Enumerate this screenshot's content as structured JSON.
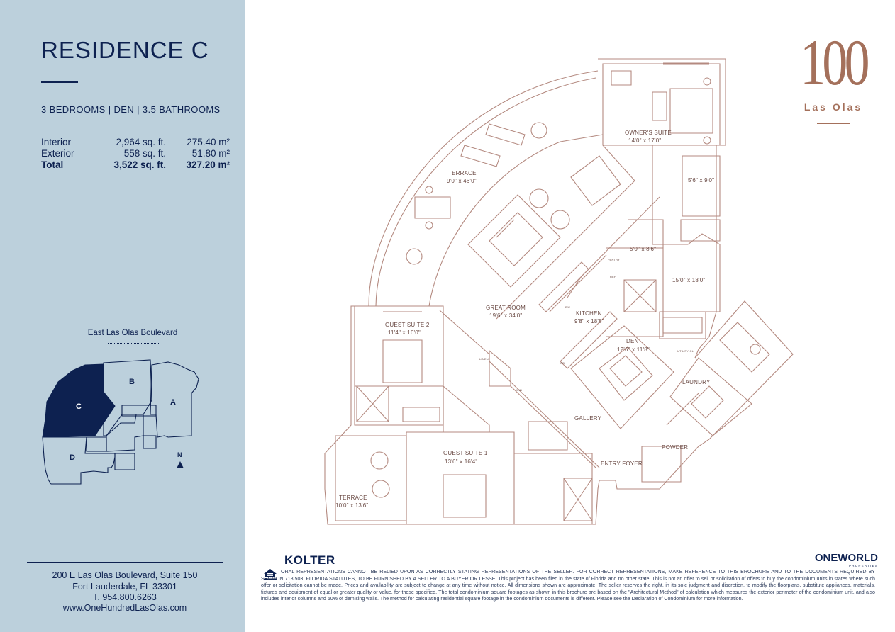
{
  "residence": {
    "title": "RESIDENCE C",
    "summary": "3 BEDROOMS | DEN | 3.5 BATHROOMS",
    "areas": [
      {
        "label": "Interior",
        "sqft": "2,964 sq. ft.",
        "sqm": "275.40 m²"
      },
      {
        "label": "Exterior",
        "sqft": "558 sq. ft.",
        "sqm": "51.80 m²"
      },
      {
        "label": "Total",
        "sqft": "3,522 sq. ft.",
        "sqm": "327.20 m²"
      }
    ]
  },
  "key_plan": {
    "street": "East Las Olas Boulevard",
    "units": [
      "A",
      "B",
      "C",
      "D"
    ],
    "north": "N",
    "highlight_color": "#0d2150"
  },
  "contact": {
    "address_line1": "200 E Las Olas Boulevard, Suite 150",
    "address_line2": "Fort Lauderdale, FL 33301",
    "phone": "T. 954.800.6263",
    "website": "www.OneHundredLasOlas.com"
  },
  "brand": {
    "number": "100",
    "name": "Las Olas",
    "color": "#a4705b"
  },
  "floor_plan": {
    "rooms": [
      {
        "name": "OWNER'S SUITE",
        "dims": "14'0\" x 17'0\""
      },
      {
        "name": "",
        "dims": "5'6\" x 9'0\""
      },
      {
        "name": "TERRACE",
        "dims": "9'0\" x 46'0\""
      },
      {
        "name": "",
        "dims": "5'0\" x 8'6\""
      },
      {
        "name": "",
        "dims": "15'0\" x 18'0\""
      },
      {
        "name": "GREAT ROOM",
        "dims": "19'6\" x 34'0\""
      },
      {
        "name": "KITCHEN",
        "dims": "9'8\" x 18'8\""
      },
      {
        "name": "GUEST SUITE 2",
        "dims": "11'4\" x 16'0\""
      },
      {
        "name": "DEN",
        "dims": "12'6\" x 11'8\""
      },
      {
        "name": "LAUNDRY",
        "dims": ""
      },
      {
        "name": "GALLERY",
        "dims": ""
      },
      {
        "name": "POWDER",
        "dims": ""
      },
      {
        "name": "GUEST SUITE 1",
        "dims": "13'6\" x 16'4\""
      },
      {
        "name": "ENTRY FOYER",
        "dims": ""
      },
      {
        "name": "TERRACE",
        "dims": "10'0\" x 13'6\""
      }
    ],
    "small_labels": [
      "PANTRY",
      "REF",
      "DW",
      "LINEN",
      "W/D",
      "UTILITY CL",
      "OD"
    ],
    "line_color": "#b48a80"
  },
  "footer": {
    "developer": "KOLTER",
    "partner": "ONEWORLD",
    "partner_sub": "PROPERTIES",
    "disclaimer": "ORAL REPRESENTATIONS CANNOT BE RELIED UPON AS CORRECTLY STATING REPRESENTATIONS OF THE SELLER. FOR CORRECT REPRESENTATIONS, MAKE REFERENCE TO THIS BROCHURE AND TO THE DOCUMENTS REQUIRED BY SECTION 718.503, FLORIDA STATUTES, TO BE FURNISHED BY A SELLER TO A BUYER OR LESSE. This project has been filed in the state of Florida and no other state. This is not an offer to sell or solicitation of offers to buy the condominium units in states where such offer or solicitation cannot be made. Prices and availability are subject to change at any time without notice. All dimensions shown are approximate. The seller reserves the right, in its sole judgment and discretion, to modify the floorplans, substitute appliances, materials, fixtures and equipment of equal or greater quality or value, for those specified. The total condominium square footages as shown in this brochure are based on the \"Architectural Method\" of calculation which measures the exterior perimeter of the condominium unit, and also includes interior columns and 50% of demising walls. The method for calculating residential square footage in the condominium documents is different. Please see the Declaration of Condominium for more information."
  }
}
